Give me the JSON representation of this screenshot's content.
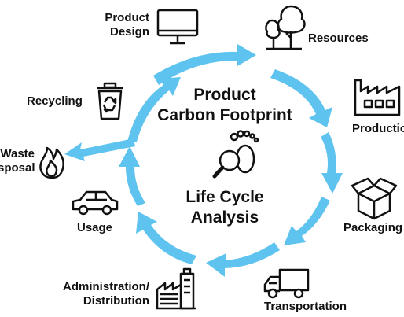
{
  "center": {
    "title_line1": "Product",
    "title_line2": "Carbon Footprint",
    "subtitle_line1": "Life Cycle",
    "subtitle_line2": "Analysis"
  },
  "stages": {
    "product_design": [
      "Product",
      "Design"
    ],
    "resources": "Resources",
    "production": "Production",
    "packaging": "Packaging",
    "transportation": "Transportation",
    "administration_distribution": [
      "Administration/",
      "Distribution"
    ],
    "usage": "Usage",
    "waste_disposal": [
      "Waste",
      "Disposal"
    ],
    "recycling": "Recycling"
  },
  "colors": {
    "arrow": "#5ec3ee",
    "ink": "#111111",
    "background": "#ffffff"
  },
  "icons": {
    "product_design": "monitor-icon",
    "resources": "trees-icon",
    "production": "factory-icon",
    "packaging": "box-icon",
    "transportation": "truck-icon",
    "administration_distribution": "buildings-icon",
    "usage": "car-icon",
    "waste_disposal": "fire-icon",
    "recycling": "recycle-bin-icon",
    "center": "footprint-magnifier-icon"
  }
}
